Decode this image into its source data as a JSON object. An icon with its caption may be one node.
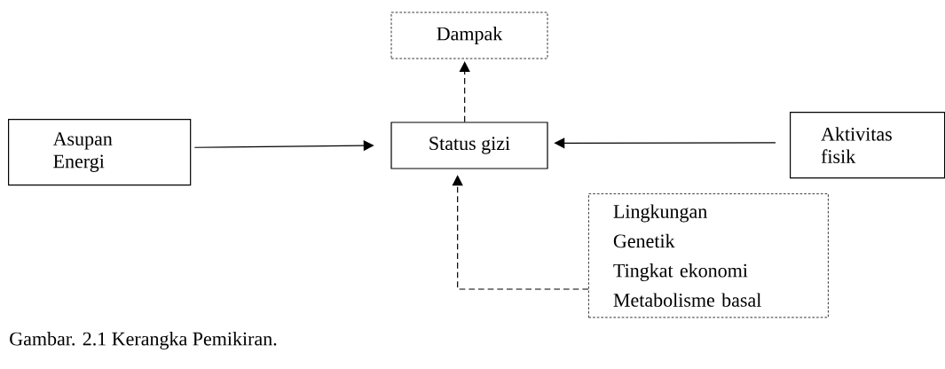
{
  "diagram": {
    "caption": "Gambar. 2.1 Kerangka Pemikiran.",
    "nodes": [
      {
        "text": [
          "Dampak"
        ]
      },
      {
        "text": [
          "Asupan Energi"
        ]
      },
      {
        "text": [
          "Status gizi"
        ]
      },
      {
        "text": [
          "Aktivitas fisik"
        ]
      },
      {
        "text": [
          "Lingkungan",
          "Genetik",
          "Tingkat ekonomi",
          "Metabolisme basal"
        ]
      }
    ],
    "edges": [
      {
        "from": 2,
        "to": 0,
        "arrow": "to",
        "style": "dashed"
      },
      {
        "from": 1,
        "to": 2,
        "arrow": "to"
      },
      {
        "from": 3,
        "to": 2,
        "arrow": "to"
      },
      {
        "from": 4,
        "to": 2,
        "arrow": "to",
        "style": "dashed"
      }
    ]
  }
}
